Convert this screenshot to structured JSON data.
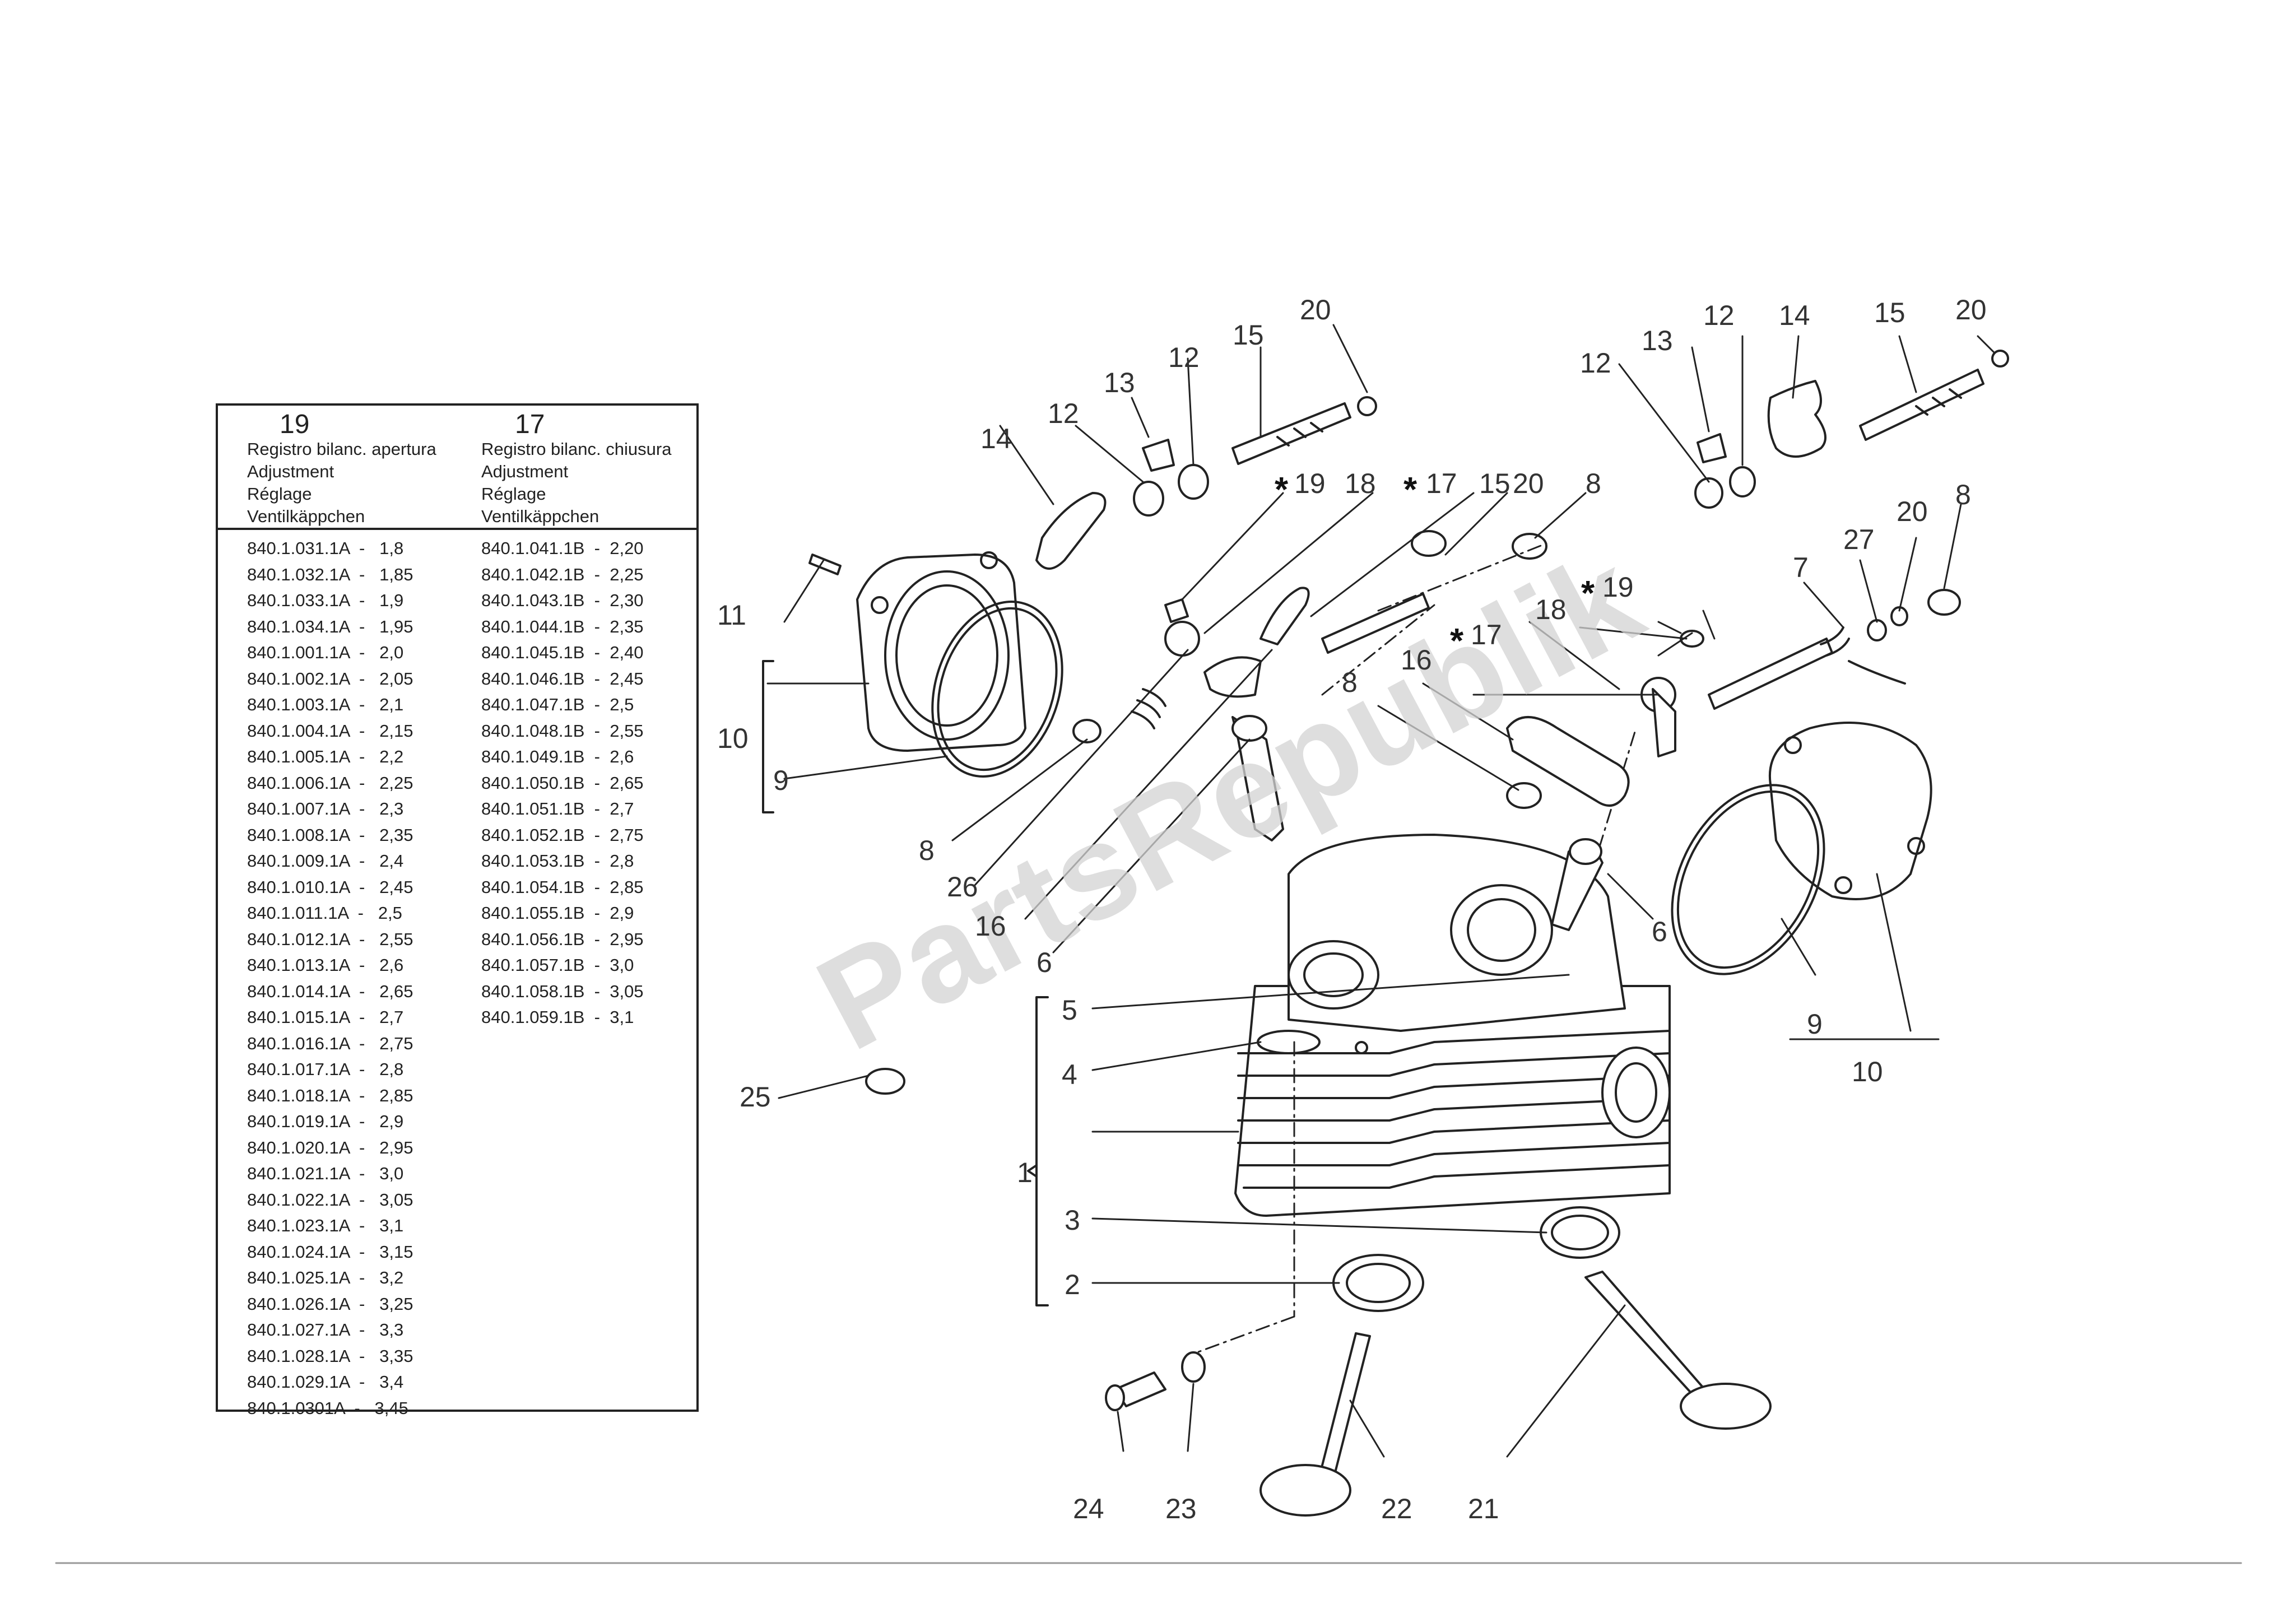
{
  "shim_table": {
    "col19_num": "19",
    "col17_num": "17",
    "col19_header": [
      "Registro  bilanc.  apertura",
      "Adjustment",
      "Réglage",
      "Ventilkäppchen"
    ],
    "col17_header": [
      "Registro  bilanc.  chiusura",
      "Adjustment",
      "Réglage",
      "Ventilkäppchen"
    ],
    "col19_rows": [
      "840.1.031.1A  -   1,8",
      "840.1.032.1A  -   1,85",
      "840.1.033.1A  -   1,9",
      "840.1.034.1A  -   1,95",
      "840.1.001.1A  -   2,0",
      "840.1.002.1A  -   2,05",
      "840.1.003.1A  -   2,1",
      "840.1.004.1A  -   2,15",
      "840.1.005.1A  -   2,2",
      "840.1.006.1A  -   2,25",
      "840.1.007.1A  -   2,3",
      "840.1.008.1A  -   2,35",
      "840.1.009.1A  -   2,4",
      "840.1.010.1A  -   2,45",
      "840.1.011.1A  -   2,5",
      "840.1.012.1A  -   2,55",
      "840.1.013.1A  -   2,6",
      "840.1.014.1A  -   2,65",
      "840.1.015.1A  -   2,7",
      "840.1.016.1A  -   2,75",
      "840.1.017.1A  -   2,8",
      "840.1.018.1A  -   2,85",
      "840.1.019.1A  -   2,9",
      "840.1.020.1A  -   2,95",
      "840.1.021.1A  -   3,0",
      "840.1.022.1A  -   3,05",
      "840.1.023.1A  -   3,1",
      "840.1.024.1A  -   3,15",
      "840.1.025.1A  -   3,2",
      "840.1.026.1A  -   3,25",
      "840.1.027.1A  -   3,3",
      "840.1.028.1A  -   3,35",
      "840.1.029.1A  -   3,4",
      "840.1.0301A  -   3,45"
    ],
    "col17_rows": [
      "840.1.041.1B  -  2,20",
      "840.1.042.1B  -  2,25",
      "840.1.043.1B  -  2,30",
      "840.1.044.1B  -  2,35",
      "840.1.045.1B  -  2,40",
      "840.1.046.1B  -  2,45",
      "840.1.047.1B  -  2,5",
      "840.1.048.1B  -  2,55",
      "840.1.049.1B  -  2,6",
      "840.1.050.1B  -  2,65",
      "840.1.051.1B  -  2,7",
      "840.1.052.1B  -  2,75",
      "840.1.053.1B  -  2,8",
      "840.1.054.1B  -  2,85",
      "840.1.055.1B  -  2,9",
      "840.1.056.1B  -  2,95",
      "840.1.057.1B  -  3,0",
      "840.1.058.1B  -  3,05",
      "840.1.059.1B  -  3,1"
    ]
  },
  "callouts": {
    "c1": "1",
    "c2": "2",
    "c3": "3",
    "c4": "4",
    "c5": "5",
    "c6a": "6",
    "c6b": "6",
    "c7": "7",
    "c8a": "8",
    "c8b": "8",
    "c8c": "8",
    "c8d": "8",
    "c9a": "9",
    "c9b": "9",
    "c10a": "10",
    "c10b": "10",
    "c11": "11",
    "c12a": "12",
    "c12b": "12",
    "c12c": "12",
    "c12d": "12",
    "c13a": "13",
    "c13b": "13",
    "c14a": "14",
    "c14b": "14",
    "c15a": "15",
    "c15b": "15",
    "c15c": "15",
    "c16a": "16",
    "c16b": "16",
    "c17a": "17",
    "c17b": "17",
    "c18a": "18",
    "c18b": "18",
    "c19a": "19",
    "c19b": "19",
    "c20a": "20",
    "c20b": "20",
    "c20c": "20",
    "c20d": "20",
    "c21": "21",
    "c22": "22",
    "c23": "23",
    "c24": "24",
    "c25": "25",
    "c26": "26",
    "c27": "27",
    "star": "*"
  },
  "watermark": "PartsRepublik"
}
